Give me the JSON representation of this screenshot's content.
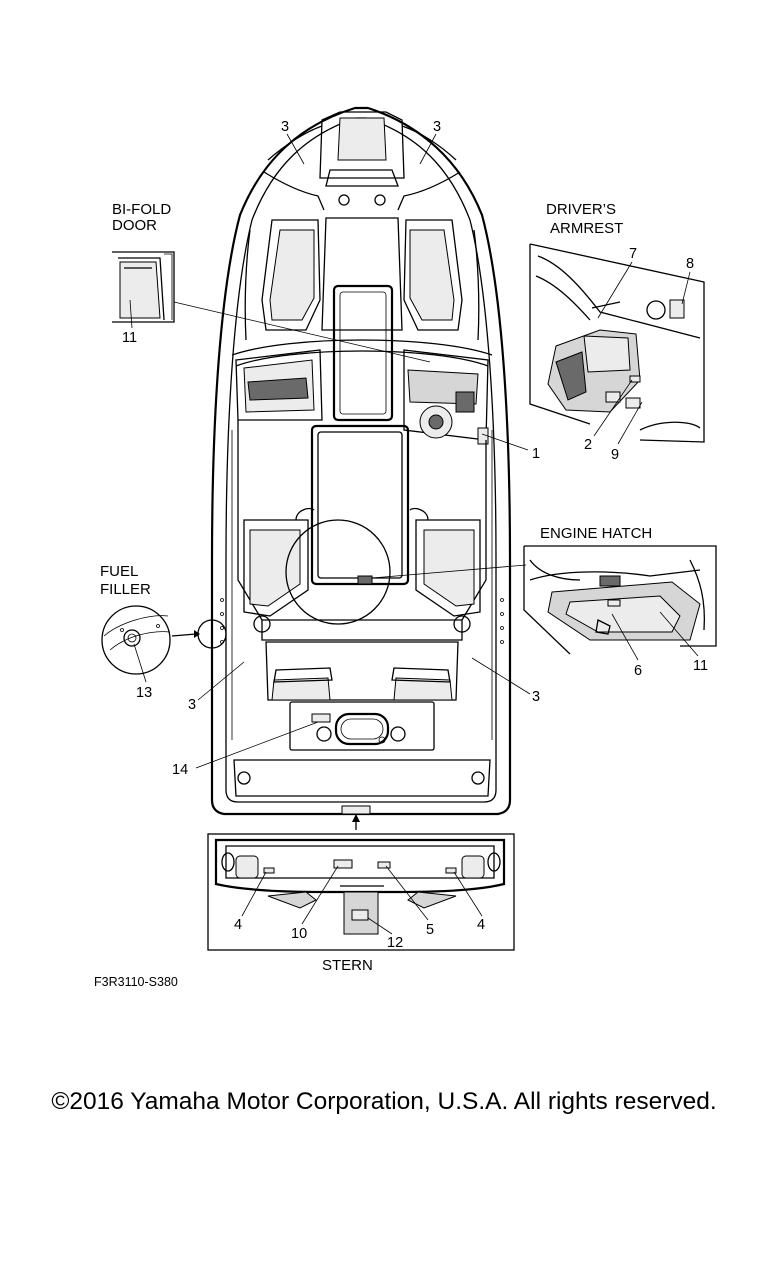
{
  "diagram": {
    "callouts": {
      "bow_left": "3",
      "bow_right": "3",
      "bifold": "11",
      "dash": "1",
      "armrest_7": "7",
      "armrest_8": "8",
      "armrest_2": "2",
      "armrest_9": "9",
      "hatch_6": "6",
      "hatch_11": "11",
      "fuel_13": "13",
      "side_left": "3",
      "side_right": "3",
      "transom_14": "14",
      "stern_4_left": "4",
      "stern_10": "10",
      "stern_12": "12",
      "stern_5": "5",
      "stern_4_right": "4"
    },
    "labels": {
      "bifold_line1": "BI-FOLD",
      "bifold_line2": "DOOR",
      "armrest_line1": "DRIVER’S",
      "armrest_line2": "ARMREST",
      "engine_hatch": "ENGINE HATCH",
      "fuel_line1": "FUEL",
      "fuel_line2": "FILLER",
      "stern": "STERN"
    },
    "part_code": "F3R3110-S380"
  },
  "footer": {
    "copyright": "©2016 Yamaha Motor Corporation, U.S.A. All rights reserved."
  }
}
